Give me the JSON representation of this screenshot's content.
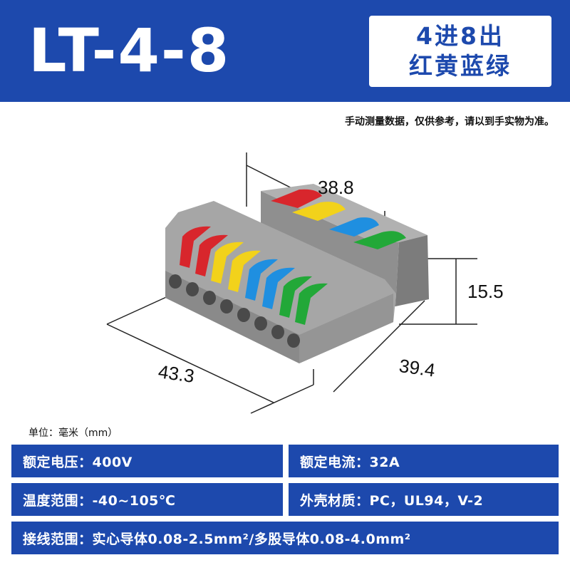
{
  "header": {
    "model": "LT-4-8",
    "spec_line1": "4进8出",
    "spec_line2": "红黄蓝绿"
  },
  "note": "手动测量数据，仅供参考，请以到手实物为准。",
  "dimensions": {
    "top": "38.8",
    "height": "15.5",
    "front": "43.3",
    "side": "39.4"
  },
  "unit_label": "单位：毫米（mm）",
  "specs": {
    "rated_voltage": "额定电压：400V",
    "rated_current": "额定电流：32A",
    "temperature": "温度范围：-40~105℃",
    "material": "外壳材质：PC，UL94，V-2",
    "wiring": "接线范围：实心导体0.08-2.5mm²/多股导体0.08-4.0mm²"
  },
  "lever_colors": [
    "#d8262c",
    "#f2d21b",
    "#1f8fe0",
    "#22a838"
  ],
  "housing_color": "#9c9c9c"
}
